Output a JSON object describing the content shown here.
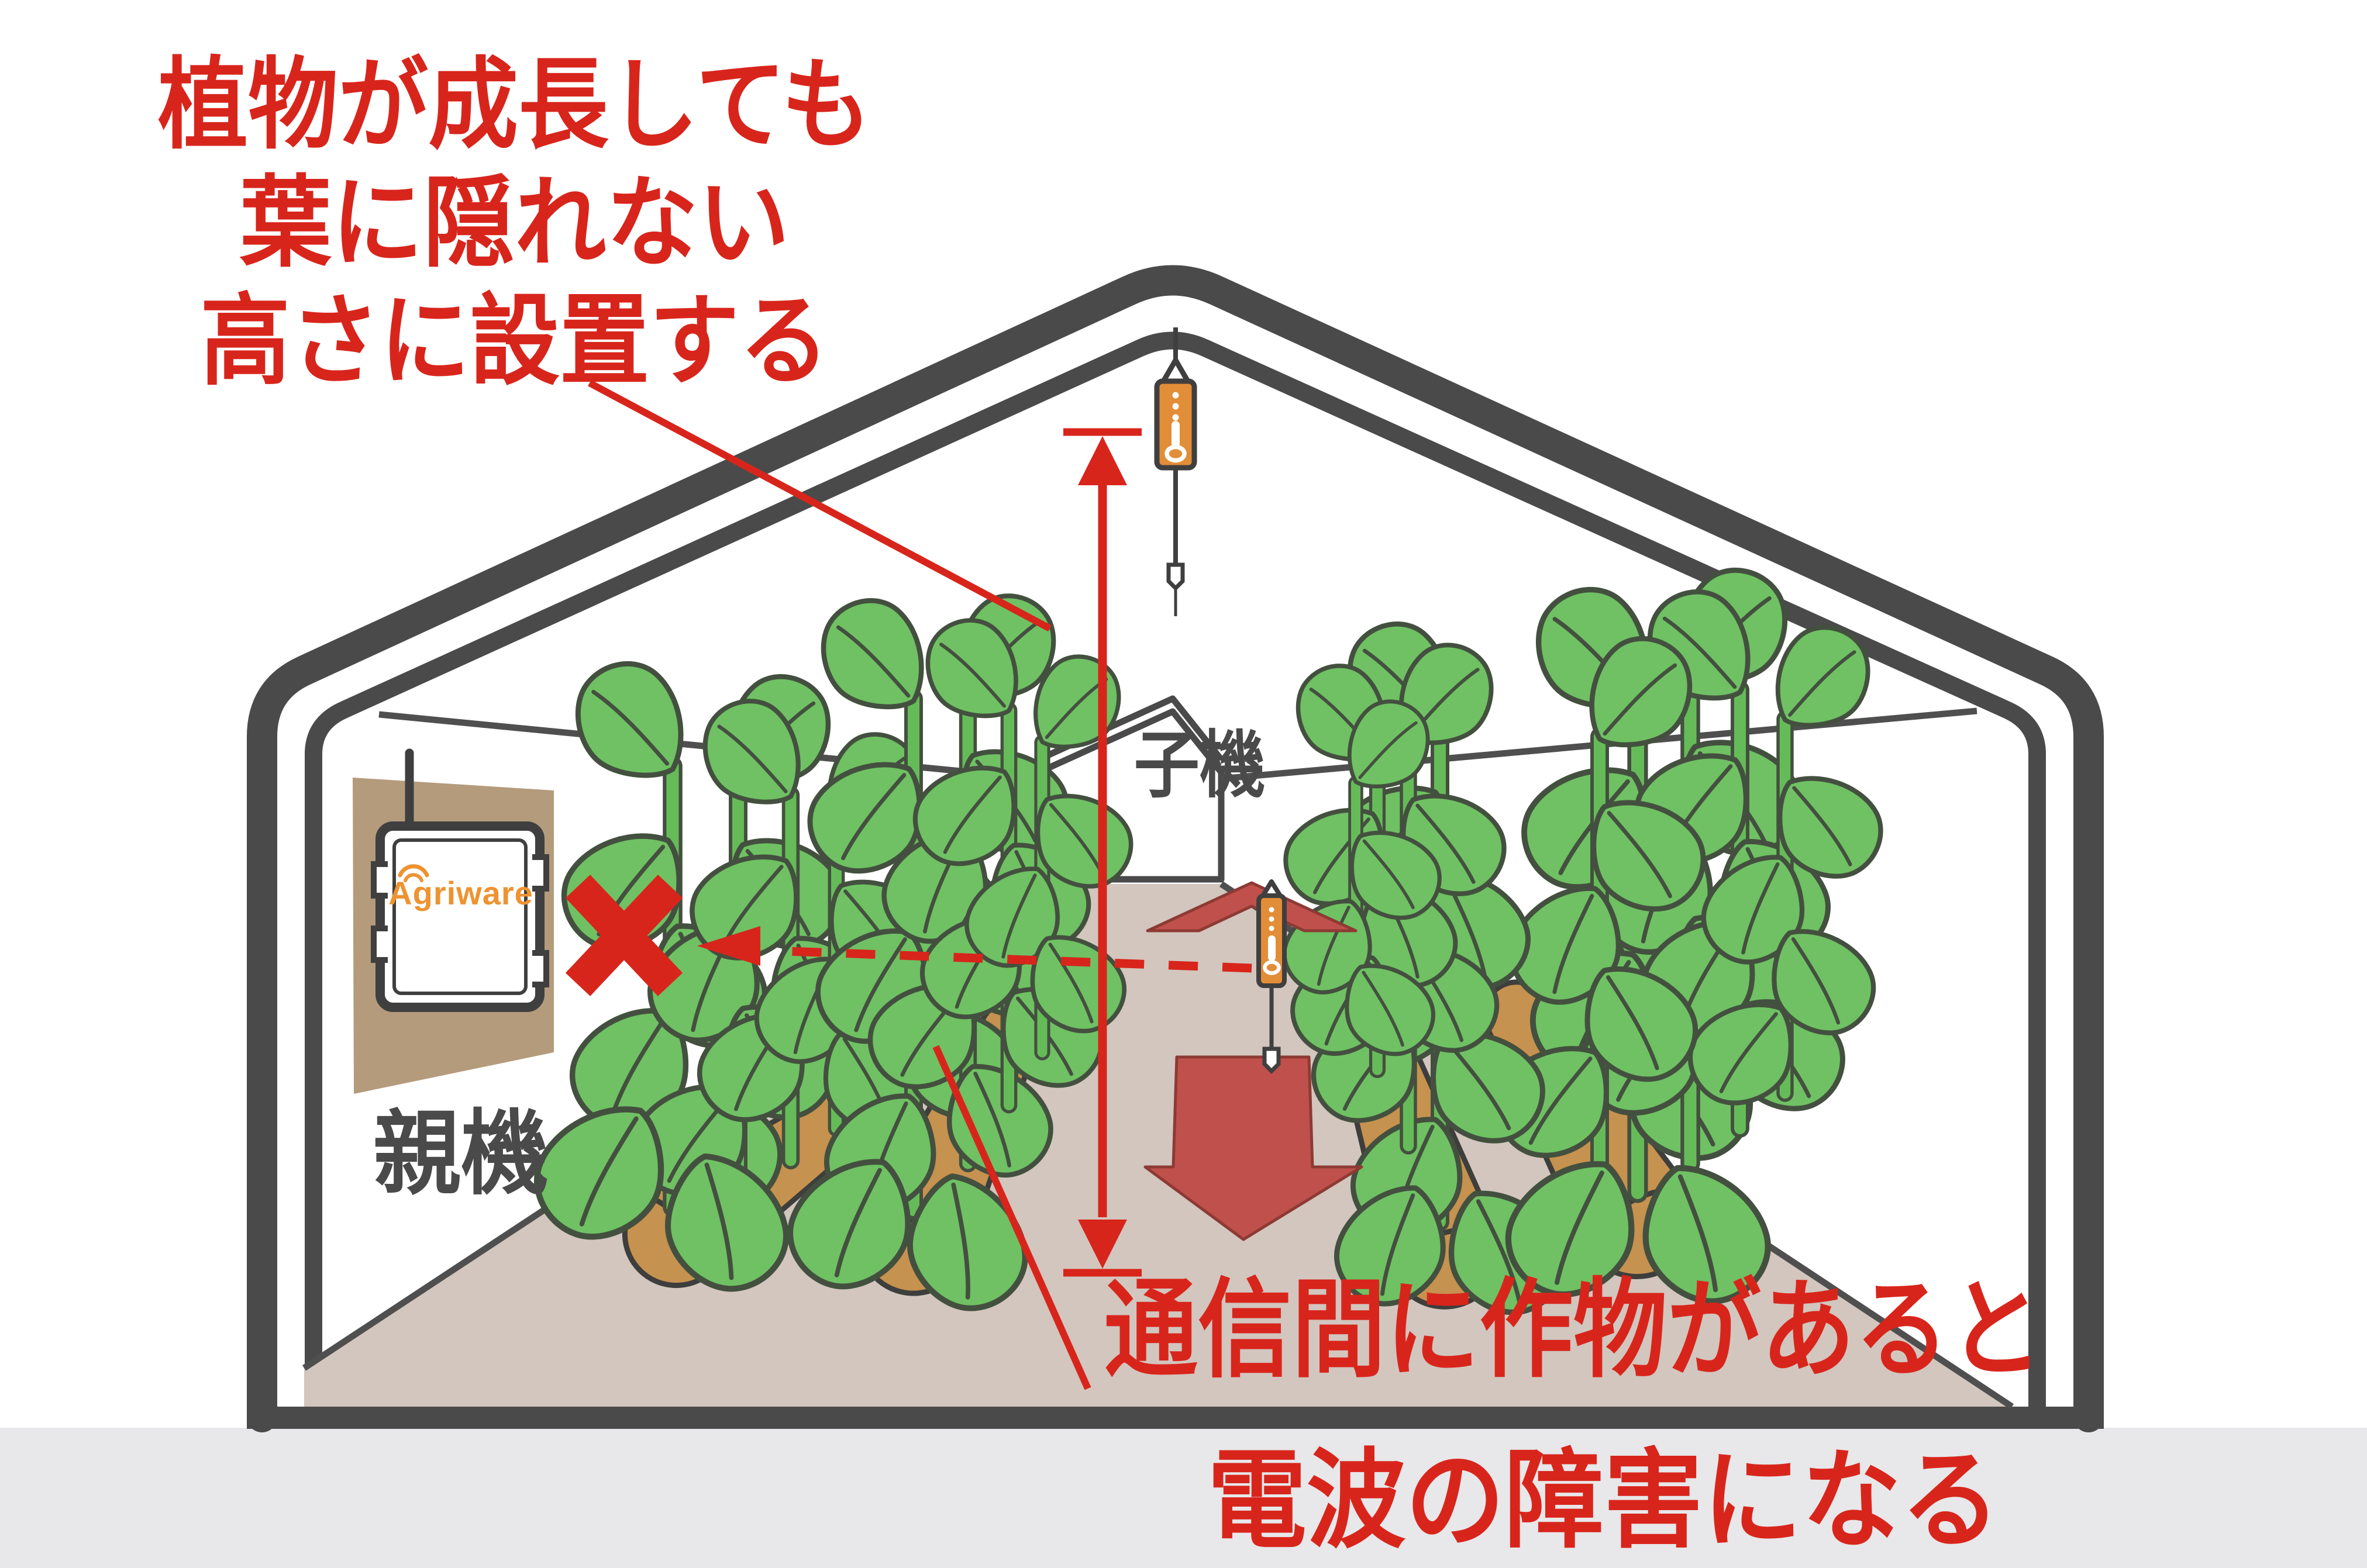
{
  "annotations": {
    "top_note_line1": "植物が成長しても",
    "top_note_line2": "葉に隠れない",
    "top_note_line3": "高さに設置する",
    "bottom_note_line1": "通信間に作物があると",
    "bottom_note_line2": "電波の障害になる"
  },
  "devices": {
    "parent_label": "親機",
    "child_label": "子機",
    "brand": "Agriware"
  },
  "colors": {
    "annotation_red": "#d8251c",
    "arrow_crimson": "#c0504b",
    "sensor_orange": "#e28d38",
    "frame_gray": "#4a4a4a",
    "leaf_green": "#6fc163",
    "soil_brown": "#c6924f",
    "panel_tan": "#b49b7c",
    "floor_taupe": "#d2c6be",
    "ground_gray": "#e8e7e9"
  }
}
